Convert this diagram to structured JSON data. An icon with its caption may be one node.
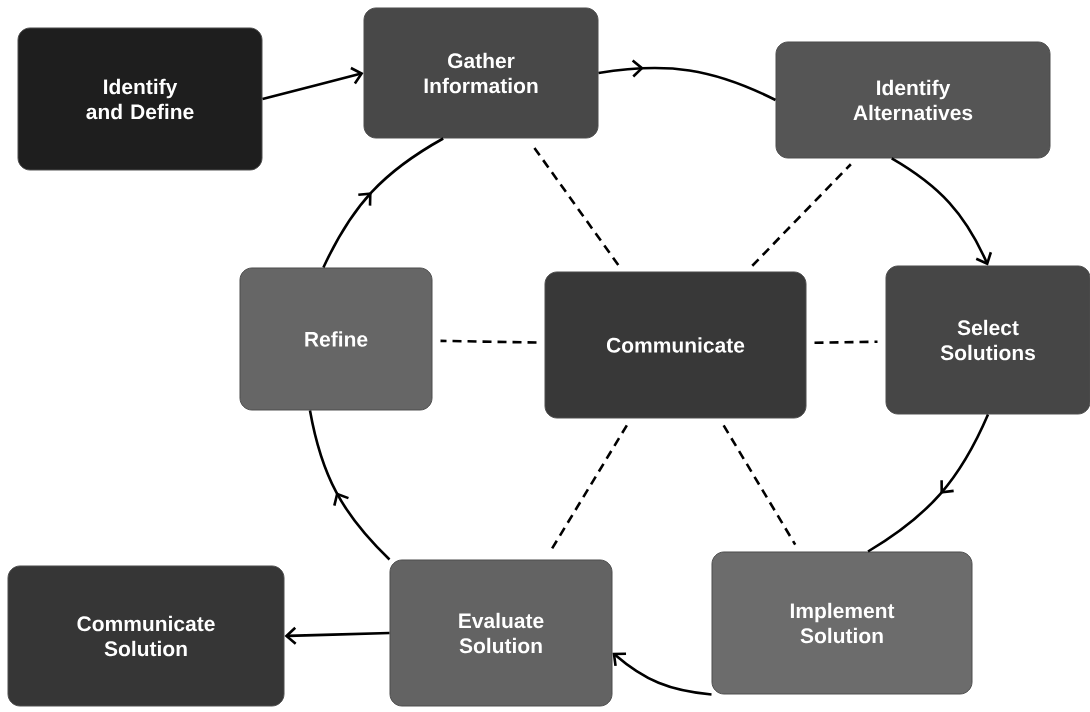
{
  "diagram": {
    "nodes": [
      {
        "text": [
          "Identify and Define"
        ]
      },
      {
        "text": [
          "Gather Information"
        ]
      },
      {
        "text": [
          "Identify Alternatives"
        ]
      },
      {
        "text": [
          "Refine"
        ]
      },
      {
        "text": [
          "Communicate"
        ]
      },
      {
        "text": [
          "Select Solutions"
        ]
      },
      {
        "text": [
          "Communicate Solution"
        ]
      },
      {
        "text": [
          "Evaluate Solution"
        ]
      },
      {
        "text": [
          "Implement Solution"
        ]
      }
    ],
    "edges": [
      {
        "from": 0,
        "to": 1,
        "arrow": "to"
      },
      {
        "from": 1,
        "to": 2,
        "arrow": "to"
      },
      {
        "from": 2,
        "to": 5,
        "arrow": "to"
      },
      {
        "from": 5,
        "to": 8,
        "arrow": "to"
      },
      {
        "from": 8,
        "to": 7,
        "arrow": "to"
      },
      {
        "from": 7,
        "to": 3,
        "arrow": "to"
      },
      {
        "from": 3,
        "to": 1,
        "arrow": "to"
      },
      {
        "from": 7,
        "to": 6,
        "arrow": "to"
      },
      {
        "from": 4,
        "to": 1,
        "arrow": "none",
        "style": "dashed"
      },
      {
        "from": 4,
        "to": 2,
        "arrow": "none",
        "style": "dashed"
      },
      {
        "from": 4,
        "to": 3,
        "arrow": "none",
        "style": "dashed"
      },
      {
        "from": 4,
        "to": 5,
        "arrow": "none",
        "style": "dashed"
      },
      {
        "from": 4,
        "to": 7,
        "arrow": "none",
        "style": "dashed"
      },
      {
        "from": 4,
        "to": 8,
        "arrow": "none",
        "style": "dashed"
      }
    ]
  }
}
